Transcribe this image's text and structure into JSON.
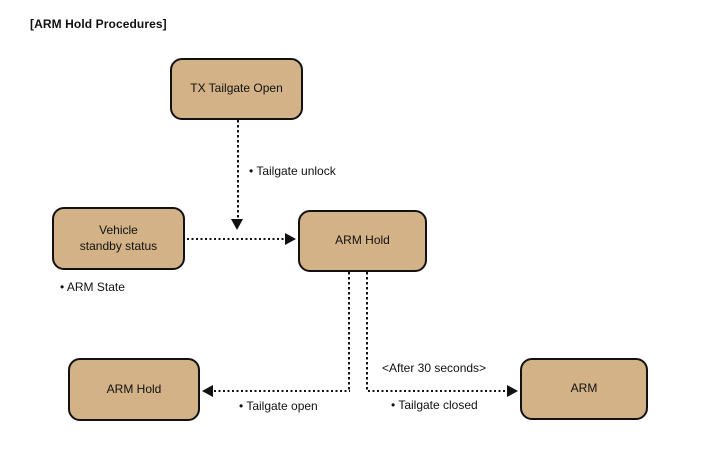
{
  "title": "[ARM Hold Procedures]",
  "colors": {
    "node_fill": "#D2B286",
    "node_border": "#111111",
    "line": "#111111",
    "text": "#111111",
    "background": "#FFFFFF"
  },
  "nodes": [
    {
      "id": "tx-tailgate-open",
      "label": "TX Tailgate Open"
    },
    {
      "id": "vehicle-standby-status",
      "label": "Vehicle\nstandby status"
    },
    {
      "id": "arm-hold-center",
      "label": "ARM Hold"
    },
    {
      "id": "arm-hold-bottom-left",
      "label": "ARM Hold"
    },
    {
      "id": "arm",
      "label": "ARM"
    }
  ],
  "edge_labels": {
    "tailgate_unlock": "• Tailgate unlock",
    "arm_state": "• ARM State",
    "tailgate_open": "• Tailgate open",
    "after_30_seconds": "<After 30 seconds>",
    "tailgate_closed": "• Tailgate closed"
  },
  "edges": [
    {
      "from": "tx-tailgate-open",
      "to": "arm-hold-center",
      "label": "• Tailgate unlock",
      "style": "dotted-arrow"
    },
    {
      "from": "vehicle-standby-status",
      "to": "arm-hold-center",
      "label": "• ARM State",
      "style": "dotted-arrow"
    },
    {
      "from": "arm-hold-center",
      "to": "arm-hold-bottom-left",
      "label": "• Tailgate open",
      "style": "dotted-arrow"
    },
    {
      "from": "arm-hold-center",
      "to": "arm",
      "label": "<After 30 seconds> • Tailgate closed",
      "style": "dotted-arrow"
    }
  ]
}
